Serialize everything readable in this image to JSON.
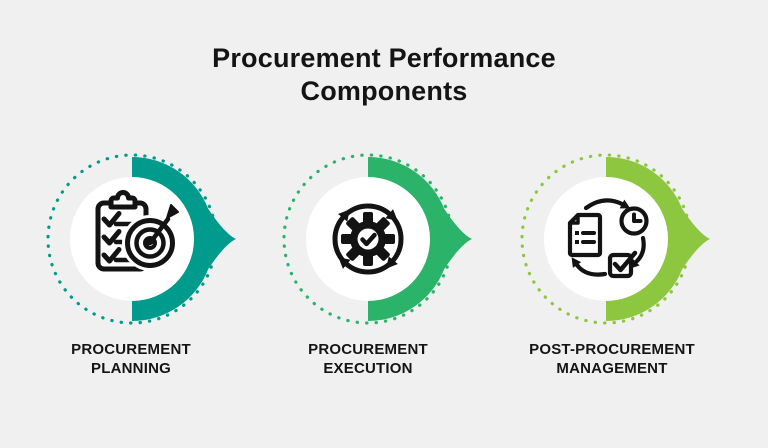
{
  "title": "Procurement Performance Components",
  "theme": {
    "background": "#f0f0f0",
    "text_color": "#141414",
    "icon_color": "#131313",
    "inner_disc_color": "#ffffff"
  },
  "components": [
    {
      "label": "PROCUREMENT PLANNING",
      "color": "#009b8d",
      "icon": "clipboard-checklist-target-icon"
    },
    {
      "label": "PROCUREMENT EXECUTION",
      "color": "#2bb36a",
      "icon": "gear-check-cycle-arrows-icon"
    },
    {
      "label": "POST-PROCUREMENT MANAGEMENT",
      "color": "#8dc63f",
      "icon": "document-clock-checkbox-cycle-icon"
    }
  ]
}
